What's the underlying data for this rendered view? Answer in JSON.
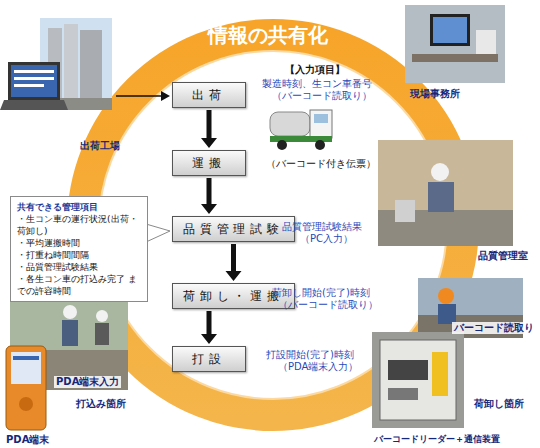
{
  "diagram": {
    "title": "情報の共有化",
    "nodes": [
      {
        "text": [
          "出荷"
        ]
      },
      {
        "text": [
          "運搬"
        ]
      },
      {
        "text": [
          "品質管理試験"
        ]
      },
      {
        "text": [
          "荷卸し・運搬"
        ]
      },
      {
        "text": [
          "打設"
        ]
      },
      {
        "text": [
          "共有できる管理項目",
          "・生コン車の運行状況(出荷・荷卸し)",
          "・平均運搬時間",
          "・打重ね時間間隔",
          "・品質管理試験結果",
          "・各生コン車の打込み完了 までの許容時間"
        ]
      }
    ],
    "edges": [
      {
        "from": 0,
        "to": 1,
        "arrow": "to"
      },
      {
        "from": 1,
        "to": 2,
        "arrow": "to"
      },
      {
        "from": 2,
        "to": 3,
        "arrow": "to"
      },
      {
        "from": 3,
        "to": 4,
        "arrow": "to"
      }
    ],
    "labels": [
      "【入力項目】",
      "製造時刻、生コン車番号",
      "（バーコード読取り）",
      "（バーコード付き伝票）",
      "品質管理試験結果",
      "（PC入力）",
      "荷卸し開始(完了)時刻",
      "（バーコード読取り）",
      "打設開始(完了)時刻",
      "（PDA端末入力）",
      "出荷工場",
      "現場事務所",
      "品質管理室",
      "バーコード読取り",
      "荷卸し箇所",
      "バーコードリーダー＋通信装置",
      "PDA端末入力",
      "打込み箇所",
      "PDA端末"
    ]
  }
}
